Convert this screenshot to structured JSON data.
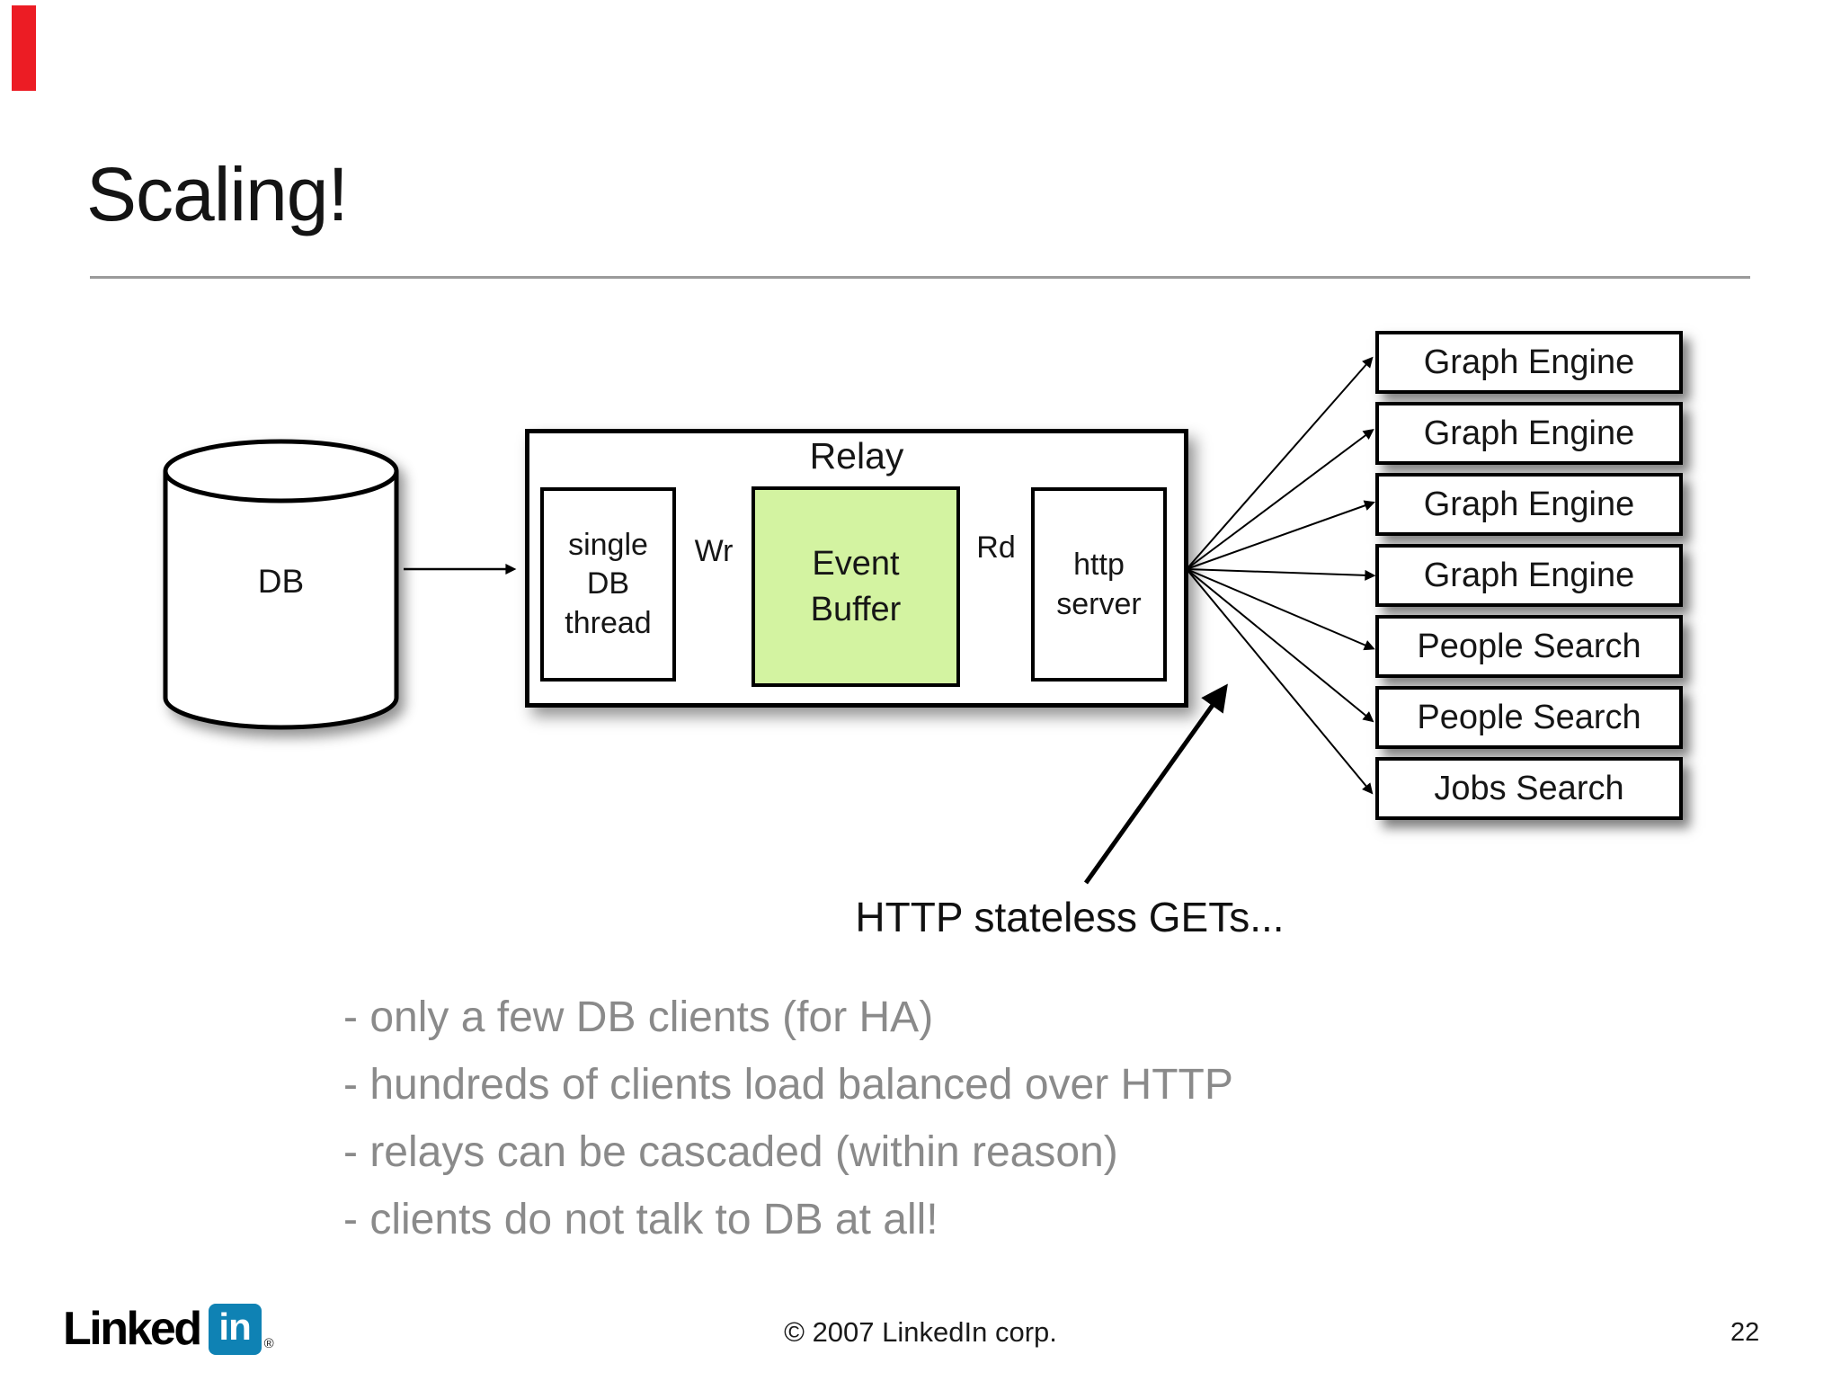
{
  "slide": {
    "title": "Scaling!",
    "page_number": "22",
    "footer_copyright": "© 2007 LinkedIn corp.",
    "logo": {
      "word": "Linked",
      "badge": "in",
      "registered": "®"
    }
  },
  "diagram": {
    "db_label": "DB",
    "relay": {
      "title": "Relay",
      "thread_lines": [
        "single",
        "DB",
        "thread"
      ],
      "wr_label": "Wr",
      "rd_label": "Rd",
      "buffer_lines": [
        "Event",
        "Buffer"
      ],
      "http_lines": [
        "http",
        "server"
      ]
    },
    "services": [
      "Graph Engine",
      "Graph Engine",
      "Graph Engine",
      "Graph Engine",
      "People Search",
      "People Search",
      "Jobs Search"
    ],
    "annotation": "HTTP stateless GETs..."
  },
  "bullets": [
    "- only a few DB clients (for HA)",
    "- hundreds of clients load balanced over HTTP",
    "- relays can be cascaded (within reason)",
    "- clients do not talk to DB at all!"
  ],
  "colors": {
    "event_buffer_fill": "#d3f3a1",
    "linkedin_blue": "#0f82b4",
    "bullet_gray": "#8a8a8a",
    "red_marker": "#ec1c24",
    "divider_gray": "#9b9b9b"
  }
}
